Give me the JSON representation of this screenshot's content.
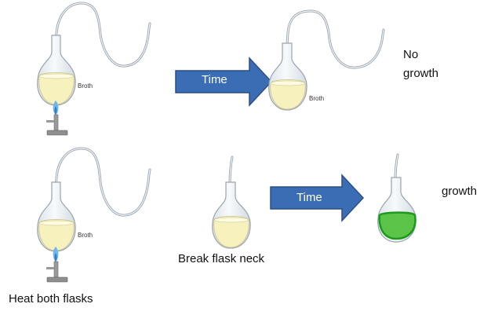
{
  "labels": {
    "broth_1": "Broth",
    "broth_2": "Broth",
    "broth_3": "Broth",
    "time_1": "Time",
    "time_2": "Time",
    "no_growth_line1": "No",
    "no_growth_line2": "growth",
    "growth": "growth",
    "break_neck": "Break flask neck",
    "heat_both": "Heat both flasks"
  },
  "colors": {
    "arrow_fill": "#3B6DB5",
    "arrow_stroke": "#2B4F86",
    "broth": "#F7F1BE",
    "contaminated_broth": "#5BC448",
    "contaminated_outline": "#1C9A1C",
    "glass_fill": "#EEF3F7",
    "glass_stroke": "#9AA3AD",
    "flame_outer": "#6FB7EA",
    "flame_inner": "#2E7FD0",
    "burner": "#8F8F8F"
  },
  "icons": [
    "swan-neck-flask",
    "straight-neck-flask",
    "bunsen-burner",
    "right-arrow"
  ]
}
